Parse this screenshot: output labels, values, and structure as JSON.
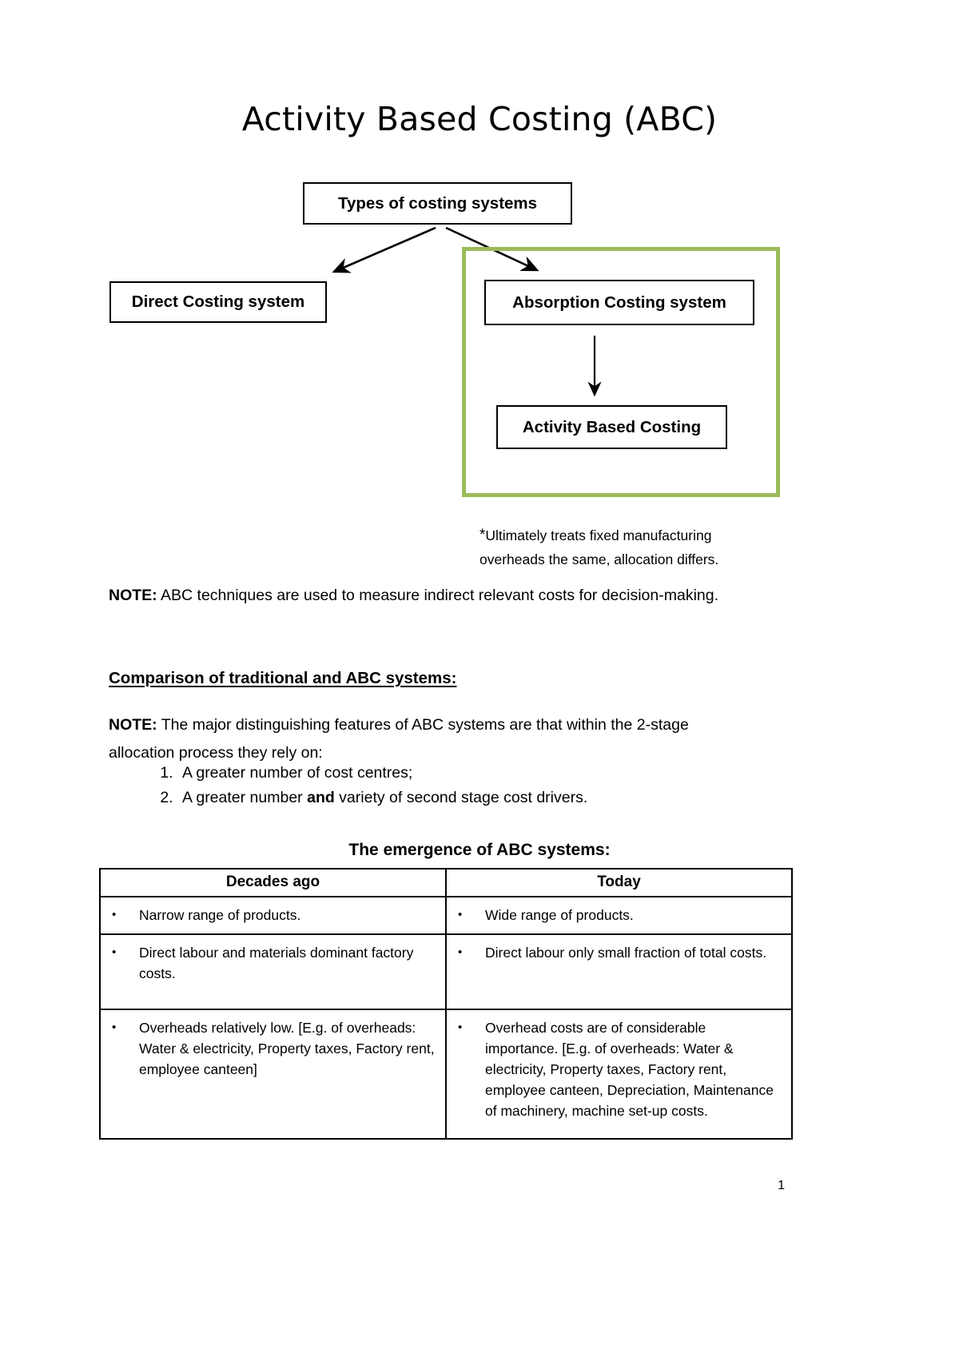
{
  "document": {
    "title": "Activity Based Costing (ABC)",
    "page_number": "1"
  },
  "diagram": {
    "nodes": {
      "types_of_costing_systems": "Types of costing systems",
      "direct_costing_system": "Direct Costing system",
      "absorption_costing_system": "Absorption Costing system",
      "activity_based_costing": "Activity Based Costing"
    },
    "highlight_color": "#9bbb59",
    "footnote": {
      "marker": "*",
      "line1": "Ultimately treats fixed manufacturing",
      "line2": "overheads the same, allocation differs."
    }
  },
  "notes": {
    "note1_label": "NOTE:",
    "note1_text": " ABC techniques are used to measure indirect relevant costs for decision-making.",
    "section_heading": "Comparison of traditional and ABC systems:",
    "note2_label": "NOTE:",
    "note2_text": " The major distinguishing features of ABC systems are that within the 2-stage allocation process they rely on:",
    "list": [
      "A greater number of cost centres;",
      "A greater number and variety of second stage cost drivers."
    ],
    "list_item2_parts": {
      "before": "A greater number ",
      "bold": "and",
      "after": " variety of second stage cost drivers."
    }
  },
  "table": {
    "caption": "The emergence of ABC systems:",
    "columns": [
      "Decades ago",
      "Today"
    ],
    "bullet_glyph": "•",
    "rows": [
      {
        "decades_ago": "Narrow range of products.",
        "today": "Wide range of products."
      },
      {
        "decades_ago": "Direct labour and materials dominant factory costs.",
        "today": "Direct labour only small fraction of total costs."
      },
      {
        "decades_ago": "Overheads relatively low. [E.g. of overheads: Water & electricity, Property taxes, Factory rent, employee canteen]",
        "today": "Overhead costs are of considerable importance. [E.g. of overheads: Water & electricity, Property taxes, Factory rent, employee canteen, Depreciation, Maintenance of machinery, machine set-up costs."
      }
    ]
  }
}
